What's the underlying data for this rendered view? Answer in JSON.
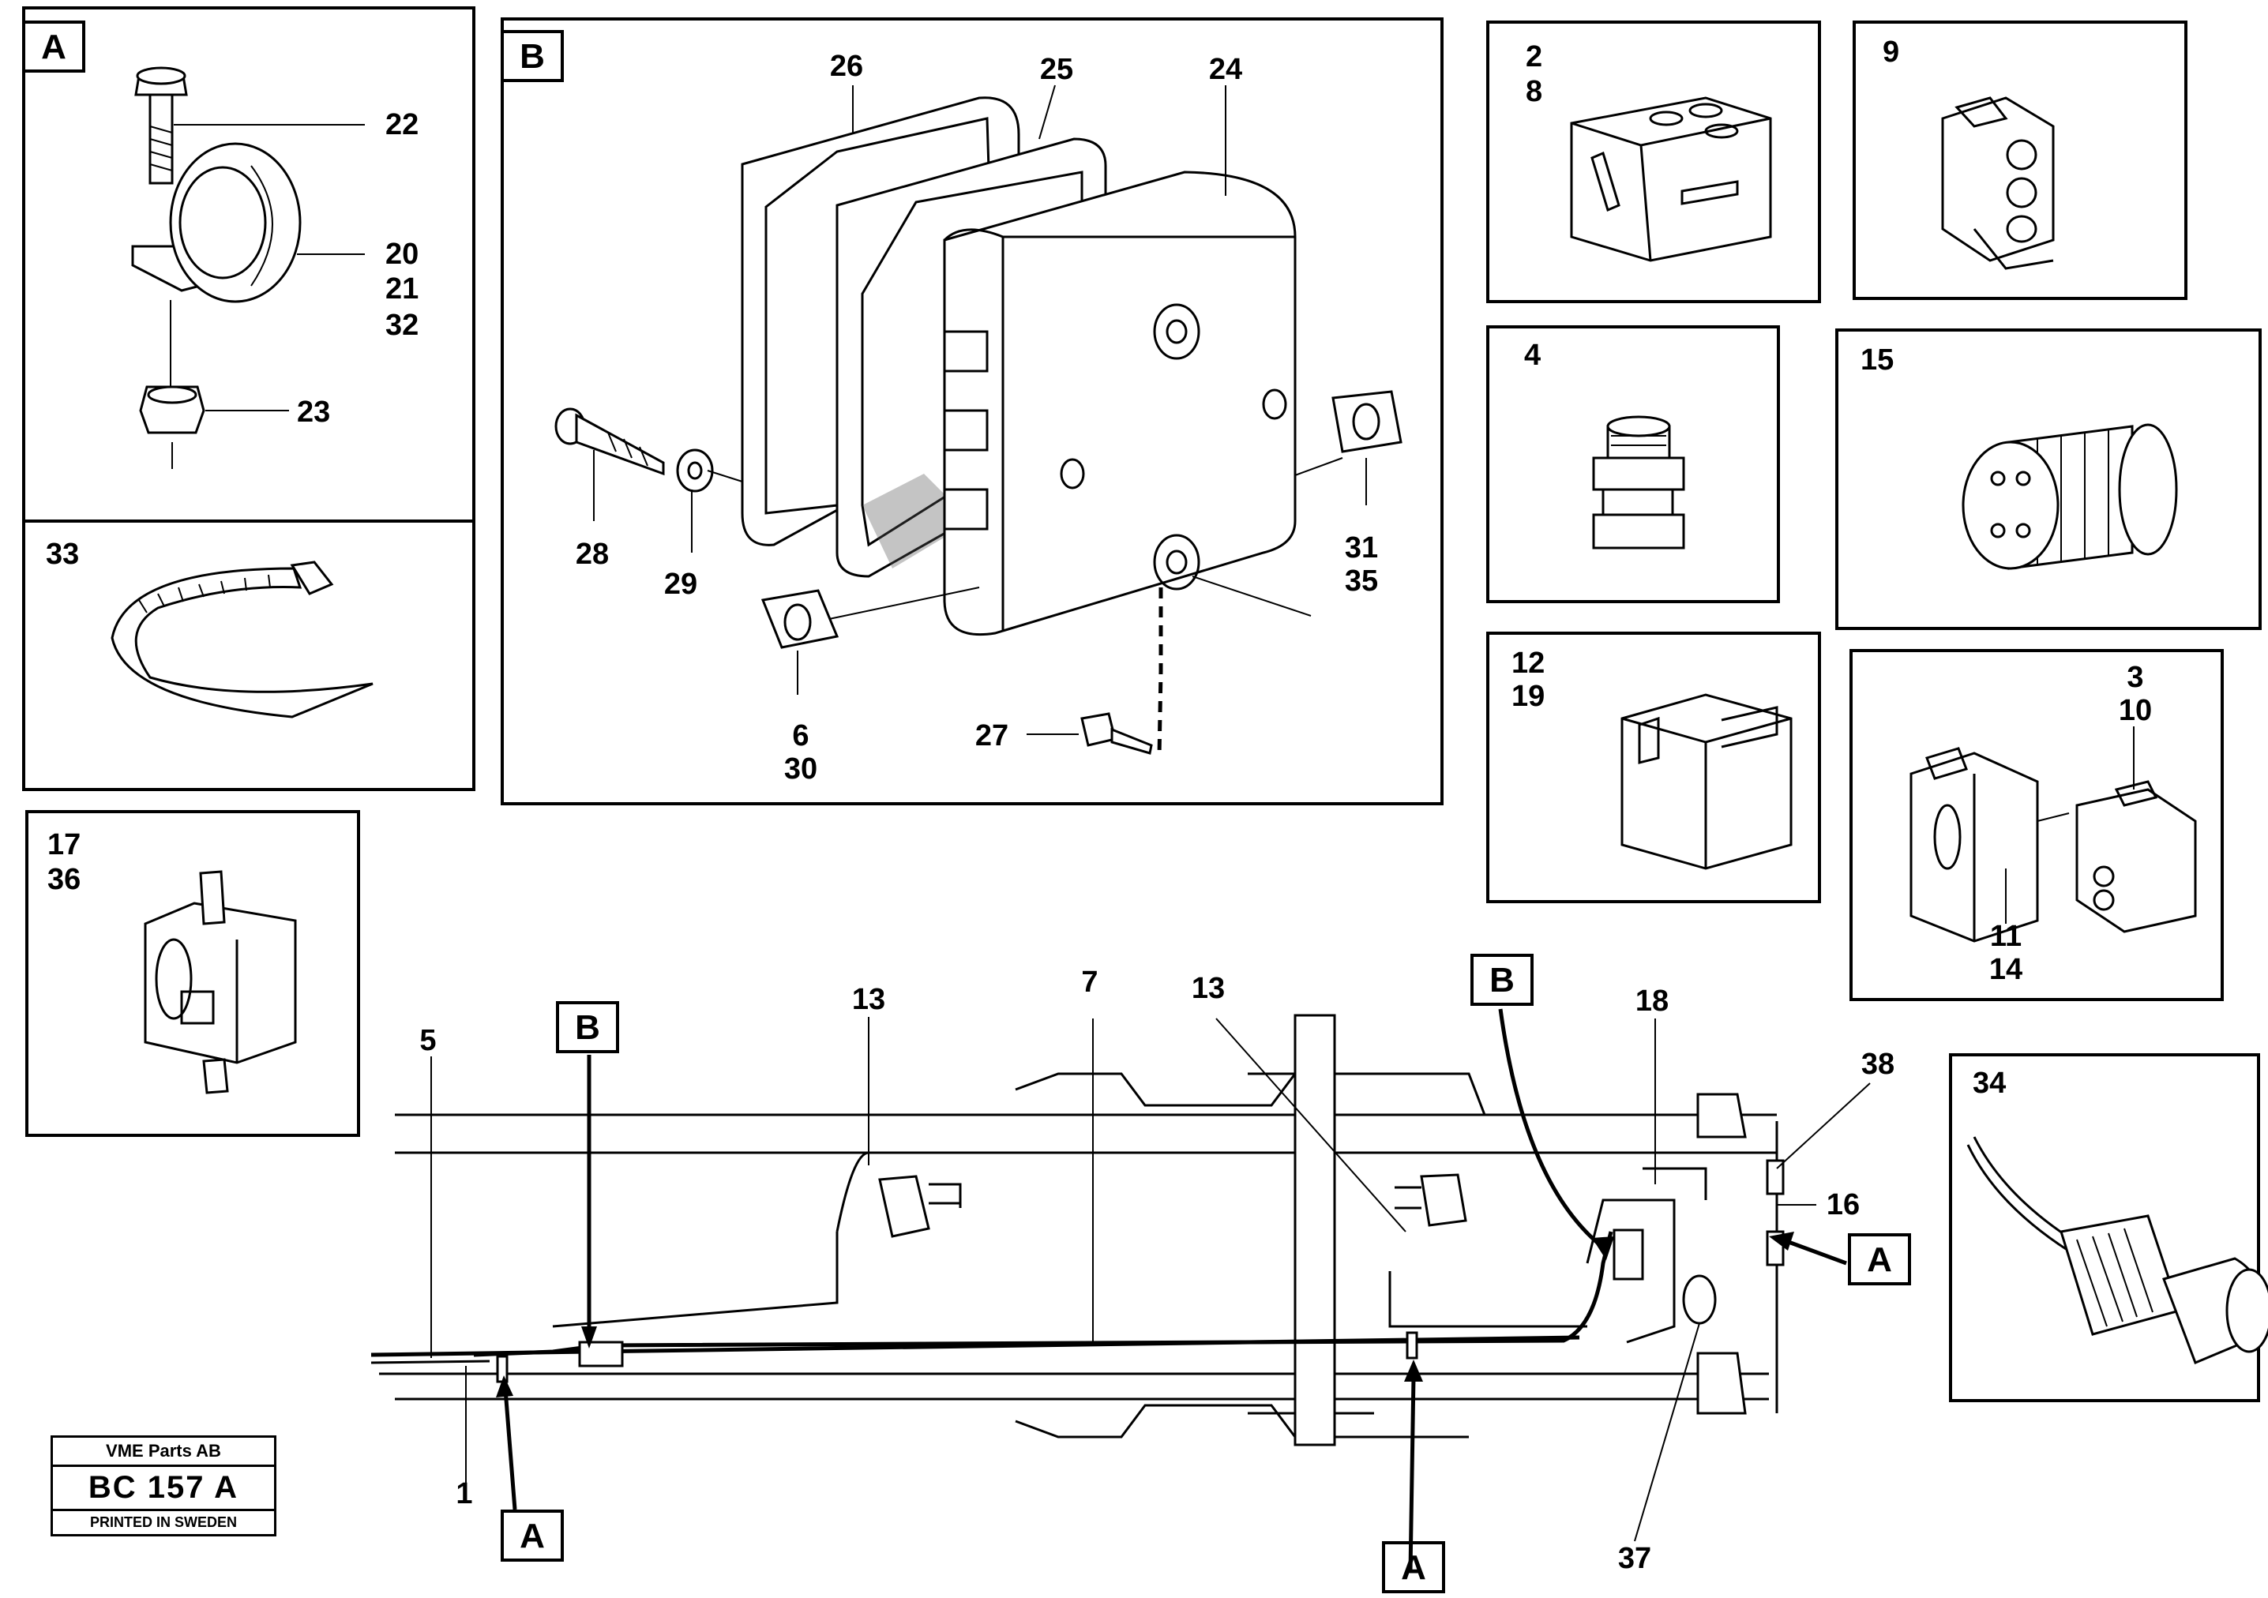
{
  "stamp": {
    "company": "VME Parts AB",
    "code": "BC 157 A",
    "printed": "PRINTED IN SWEDEN"
  },
  "callouts": {
    "A": "A",
    "B": "B"
  },
  "labels": {
    "n1": "1",
    "n2": "2",
    "n3": "3",
    "n4": "4",
    "n5": "5",
    "n6": "6",
    "n7": "7",
    "n8": "8",
    "n9": "9",
    "n10": "10",
    "n11": "11",
    "n12": "12",
    "n13": "13",
    "n14": "14",
    "n15": "15",
    "n16": "16",
    "n17": "17",
    "n18": "18",
    "n19": "19",
    "n20": "20",
    "n21": "21",
    "n22": "22",
    "n23": "23",
    "n24": "24",
    "n25": "25",
    "n26": "26",
    "n27": "27",
    "n28": "28",
    "n29": "29",
    "n30": "30",
    "n31": "31",
    "n32": "32",
    "n33": "33",
    "n34": "34",
    "n35": "35",
    "n36": "36",
    "n37": "37",
    "n38": "38"
  }
}
